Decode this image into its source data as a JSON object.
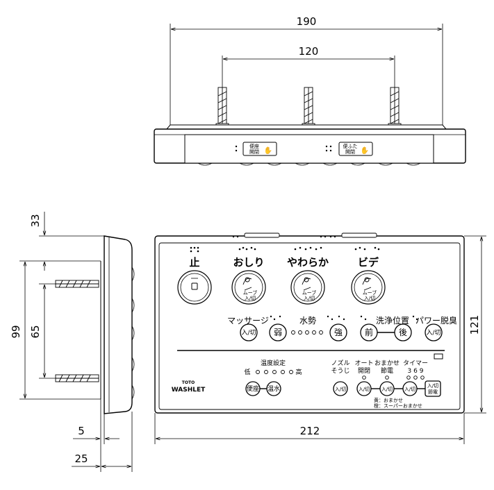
{
  "dimensions": {
    "overall_width_top": "190",
    "mount_spacing_top": "120",
    "top_offset_side": "33",
    "mount_spacing_side": "65",
    "height_side": "99",
    "panel_height": "121",
    "panel_width": "212",
    "depth_small": "5",
    "depth_total": "25"
  },
  "top_view": {
    "button_left": "便座\n開閉",
    "button_right": "便ふた\n開閉"
  },
  "panel": {
    "main_buttons": [
      {
        "label": "止",
        "inner": "stop-icon"
      },
      {
        "label": "おしり",
        "inner": "ムーブ\n入/切"
      },
      {
        "label": "やわらか",
        "inner": "ムーブ\n入/切"
      },
      {
        "label": "ビデ",
        "inner": "ムーブ\n入/切"
      }
    ],
    "massage_label": "マッサージ",
    "massage_button": "入/切",
    "pressure_label": "水勢",
    "weak_button": "弱",
    "strong_button": "強",
    "position_label": "洗浄位置",
    "front_button": "前",
    "back_button": "後",
    "power_label": "パワー脱臭",
    "power_button": "入/切",
    "temp_label": "温度設定",
    "temp_low": "低",
    "temp_high": "高",
    "seat_button": "便座",
    "water_temp_button": "温水",
    "brand_small": "TOTO",
    "brand_large": "WASHLET",
    "nozzle_label": "ノズル\nそうじ",
    "nozzle_button": "入/切",
    "auto_label": "オート\n開閉",
    "auto_button": "入/切",
    "omakase_label": "おまかせ\n節電",
    "omakase_button": "入/切",
    "timer_label": "タイマー",
    "timer_values": "3 6 9",
    "timer_button": "入/切",
    "save_button": "入/切\n節電",
    "save_legend_1": "黄：おまかせ",
    "save_legend_2": "橙：スーパーおまかせ"
  }
}
